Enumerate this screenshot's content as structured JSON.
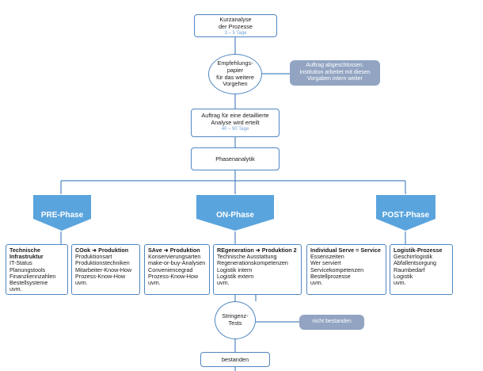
{
  "nodes": {
    "kurzanalyse": {
      "lines": [
        "Kurzanalyse",
        "der Prozesse"
      ],
      "duration": "3 – 5 Tage"
    },
    "empfehlungspapier": {
      "lines": [
        "Empfehlungs-",
        "papier",
        "für das weitere",
        "Vorgehen"
      ]
    },
    "auftrag": {
      "lines": [
        "Auftrag für eine detaillierte",
        "Analyse wird erteilt"
      ],
      "duration": "40 – 90 Tage"
    },
    "phasenanalytik": {
      "label": "Phasenanalytik"
    },
    "stringenz": {
      "lines": [
        "Stringenz-",
        "Tests"
      ]
    },
    "bestanden": {
      "label": "bestanden"
    }
  },
  "callouts": {
    "abgeschlossen": {
      "lines": [
        "Auftrag abgeschlossen.",
        "Institution arbeitet mit diesen",
        "Vorgaben intern weiter"
      ]
    },
    "nicht_bestanden": {
      "label": "nicht bestanden"
    }
  },
  "phases": [
    "PRE-Phase",
    "ON-Phase",
    "POST-Phase"
  ],
  "details": [
    {
      "title": "Technische Infrastruktur",
      "items": [
        "IT-Status",
        "Planungstools",
        "Finanzkennzahlen",
        "Bestellsysteme",
        "uvm."
      ]
    },
    {
      "title": "COok ➜ Produktion",
      "items": [
        "Produktionsart",
        "Produktionstechniken",
        "Mitarbeiter-Know-How",
        "Prozess-Know-How",
        "uvm."
      ]
    },
    {
      "title": "SAve ➜ Produktion",
      "items": [
        "Konservierungsarten",
        "make-or-buy-Analysen",
        "Conveniencegrad",
        "Prozess-Know-How",
        "uvm."
      ]
    },
    {
      "title": "REgeneration ➜ Produktion 2",
      "items": [
        "Technische Ausstattung",
        "Regenerationskompetenzen",
        "Logistik intern",
        "Logistik extern",
        "uvm."
      ]
    },
    {
      "title": "Individual Serve = Service",
      "items": [
        "Essenszeiten",
        "Wer serviert",
        "Servicekompetenzen",
        "Bestellprozesse",
        "uvm."
      ]
    },
    {
      "title": "Logistik-Prozesse",
      "items": [
        "Geschirrlogistik",
        "Abfallentsorgung",
        "Raumbedarf",
        "Logistik",
        "uvm."
      ]
    }
  ],
  "colors": {
    "line": "#4f87c2",
    "phase": "#5aa4dd",
    "callout": "#92a4c2",
    "duration": "#6fa3d6"
  }
}
